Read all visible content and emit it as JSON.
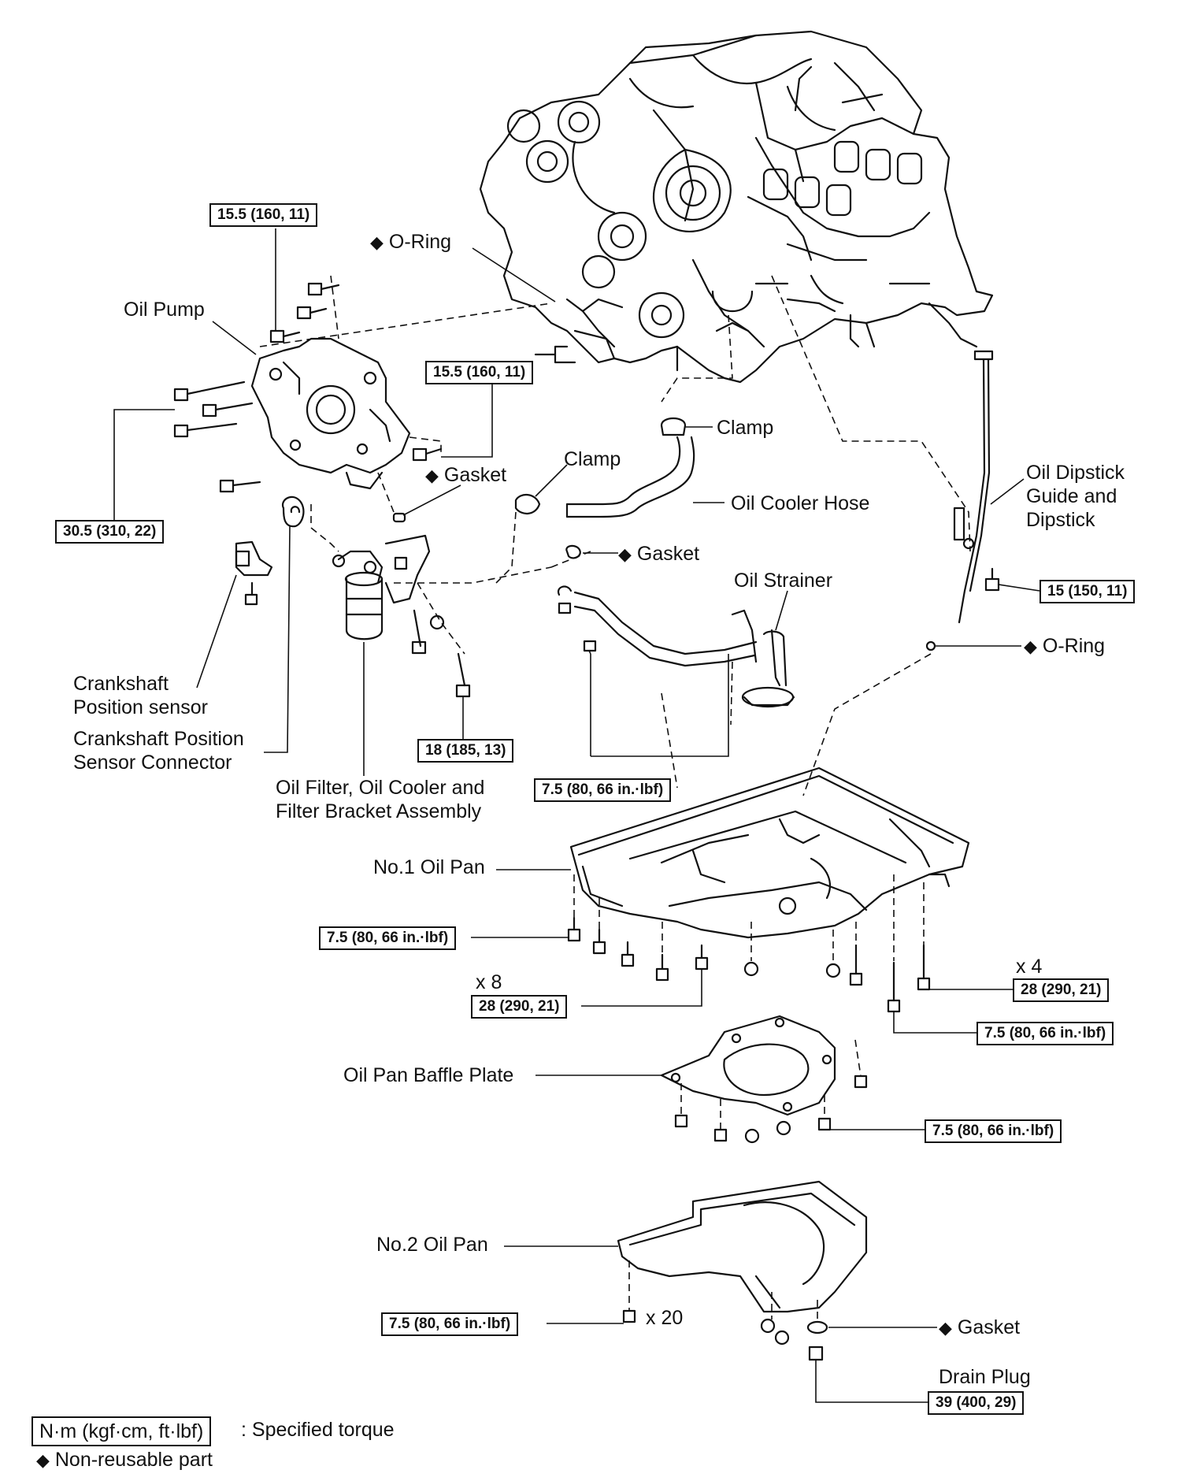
{
  "diagram": {
    "labels": {
      "oil_pump": "Oil Pump",
      "o_ring_top": "O-Ring",
      "clamp_upper": "Clamp",
      "clamp_lower": "Clamp",
      "gasket_pump": "Gasket",
      "oil_cooler_hose": "Oil Cooler Hose",
      "oil_dipstick": [
        "Oil Dipstick",
        "Guide and",
        "Dipstick"
      ],
      "gasket_strainer": "Gasket",
      "oil_strainer": "Oil Strainer",
      "o_ring_pan": "O-Ring",
      "crankshaft_sensor": [
        "Crankshaft",
        "Position sensor"
      ],
      "crankshaft_connector": [
        "Crankshaft Position",
        "Sensor Connector"
      ],
      "oil_filter": [
        "Oil Filter, Oil Cooler and",
        "Filter Bracket Assembly"
      ],
      "no1_oil_pan": "No.1 Oil Pan",
      "x8": "x 8",
      "x4": "x 4",
      "baffle_plate": "Oil Pan Baffle Plate",
      "no2_oil_pan": "No.2 Oil Pan",
      "x20": "x 20",
      "gasket_drain": "Gasket",
      "drain_plug": "Drain Plug"
    },
    "torques": {
      "pump_top": "15.5 (160, 11)",
      "pump_side": "15.5 (160, 11)",
      "pump_left": "30.5 (310, 22)",
      "filter_bolt": "18 (185, 13)",
      "strainer": "7.5 (80, 66 in.·lbf)",
      "dipstick": "15 (150, 11)",
      "pan1_left": "7.5 (80, 66 in.·lbf)",
      "pan1_x8": "28 (290, 21)",
      "pan1_x4": "28 (290, 21)",
      "pan1_right": "7.5 (80, 66 in.·lbf)",
      "baffle": "7.5 (80, 66 in.·lbf)",
      "pan2": "7.5 (80, 66 in.·lbf)",
      "drain": "39 (400, 29)"
    },
    "legend": {
      "torque_unit": "N·m (kgf·cm, ft·lbf)",
      "torque_desc": ": Specified torque",
      "nonreusable": "Non-reusable part"
    },
    "marker_symbol": "◆"
  }
}
